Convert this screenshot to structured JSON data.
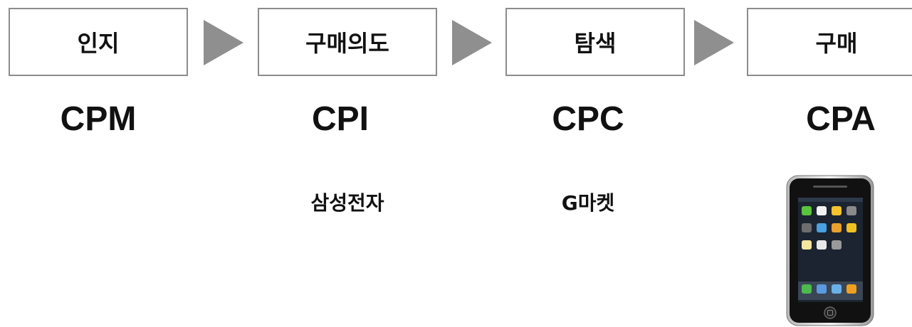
{
  "stages": [
    {
      "label": "인지",
      "metric": "CPM",
      "example": ""
    },
    {
      "label": "구매의도",
      "metric": "CPI",
      "example": "삼성전자"
    },
    {
      "label": "탐색",
      "metric": "CPC",
      "example": "G마켓"
    },
    {
      "label": "구매",
      "metric": "CPA",
      "example": ""
    }
  ],
  "colors": {
    "box_border": "#8c8c8c",
    "arrow": "#8f8f8f",
    "text": "#111111"
  },
  "purchase_image": {
    "icon": "smartphone-icon"
  }
}
